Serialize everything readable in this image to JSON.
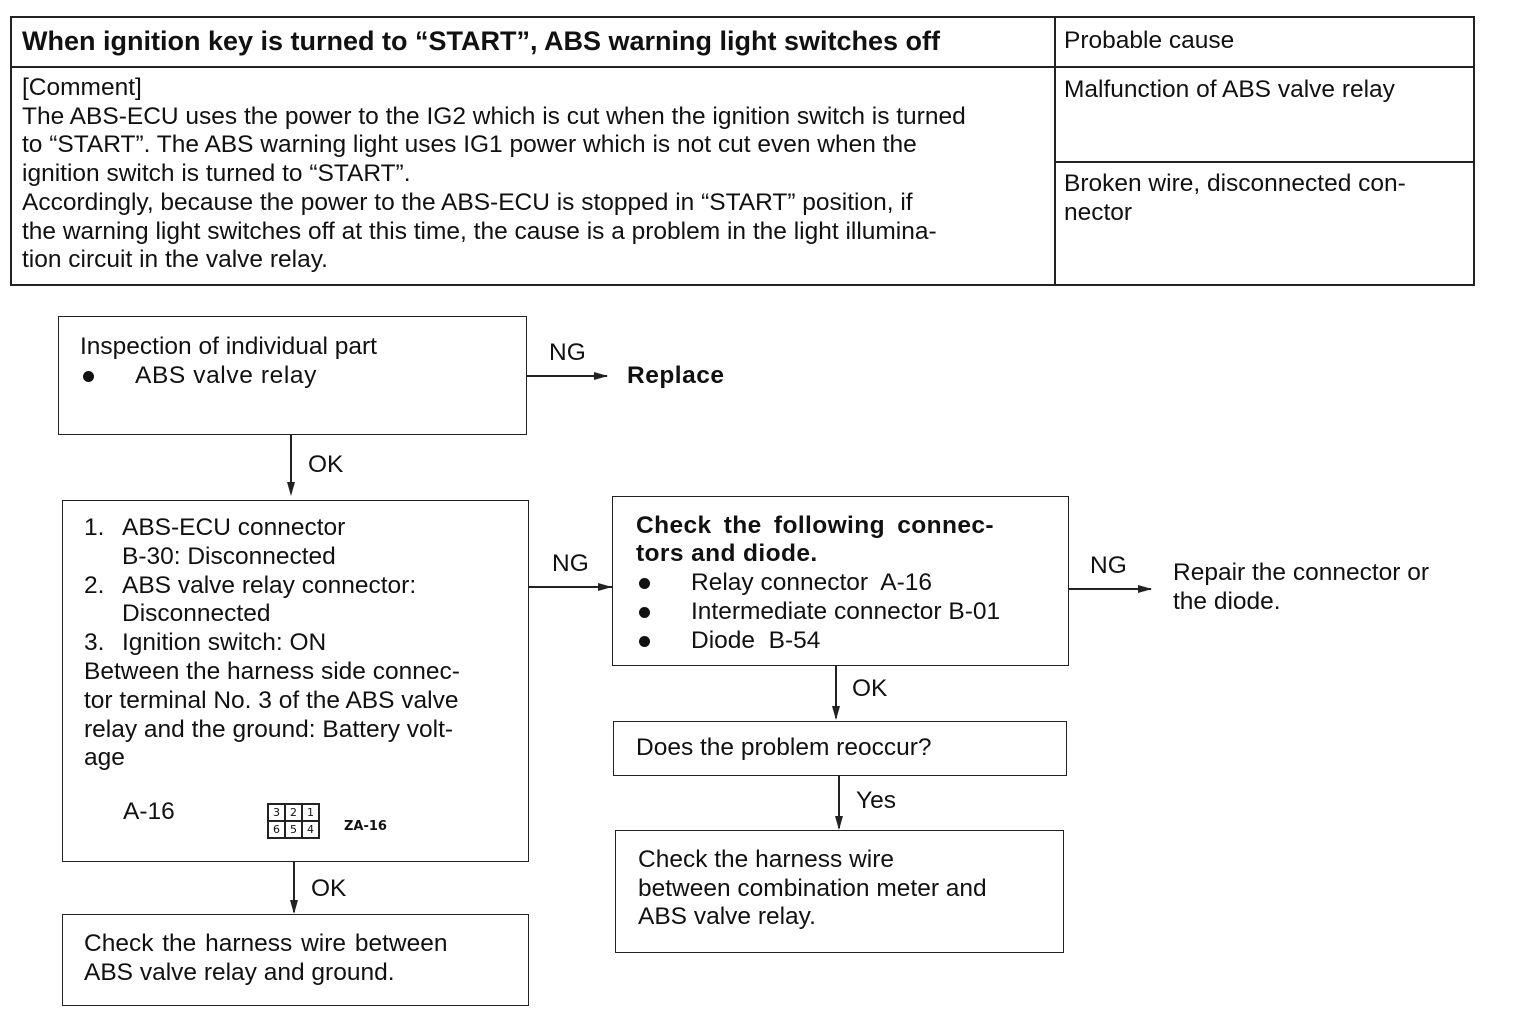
{
  "symptom_table": {
    "title": "When ignition key is turned to “START”, ABS warning light switches off",
    "cause_header": "Probable cause",
    "comment_label": "[Comment]",
    "comment_lines": [
      "The ABS-ECU uses the power to the IG2 which is cut when the ignition switch is turned",
      "to “START”. The ABS warning light uses IG1 power which is not cut even when the",
      "ignition switch is turned to “START”.",
      "Accordingly, because the power to the ABS-ECU is stopped in “START” position, if",
      "the warning light switches off at this time, the cause is a problem in the light illumina-",
      "tion circuit in the valve relay."
    ],
    "causes": [
      [
        "Malfunction of ABS valve relay"
      ],
      [
        "Broken wire, disconnected con-",
        "nector"
      ]
    ]
  },
  "flow": {
    "inspection": {
      "title": "Inspection of individual part",
      "item": "ABS valve relay"
    },
    "ng1_label": "NG",
    "replace": "Replace",
    "ok1_label": "OK",
    "measure": {
      "steps": [
        {
          "num": "1.",
          "lines": [
            "ABS-ECU connector",
            "B-30: Disconnected"
          ]
        },
        {
          "num": "2.",
          "lines": [
            "ABS valve relay connector:",
            "Disconnected"
          ]
        },
        {
          "num": "3.",
          "lines": [
            "Ignition switch: ON"
          ]
        }
      ],
      "condition_lines": [
        "Between the harness side connec-",
        "tor terminal No. 3 of the ABS valve",
        "relay and the ground: Battery volt-",
        "age"
      ],
      "connector_id": "A-16",
      "connector_pins_top": [
        "3",
        "2",
        "1"
      ],
      "connector_pins_bottom": [
        "6",
        "5",
        "4"
      ],
      "connector_code": "ZA-16"
    },
    "ng2_label": "NG",
    "check_connectors": {
      "title_lines": [
        "Check the following connec-",
        "tors and diode."
      ],
      "items": [
        "Relay connector  A-16",
        "Intermediate connector B-01",
        "Diode  B-54"
      ]
    },
    "ng3_label": "NG",
    "repair": [
      "Repair the connector or",
      "the diode."
    ],
    "ok2_label": "OK",
    "reoccur": "Does the problem reoccur?",
    "yes_label": "Yes",
    "check_meter": [
      "Check the harness wire",
      "between combination meter and",
      "ABS valve relay."
    ],
    "ok3_label": "OK",
    "check_ground": [
      "Check the harness wire between",
      "ABS valve relay and ground."
    ]
  }
}
